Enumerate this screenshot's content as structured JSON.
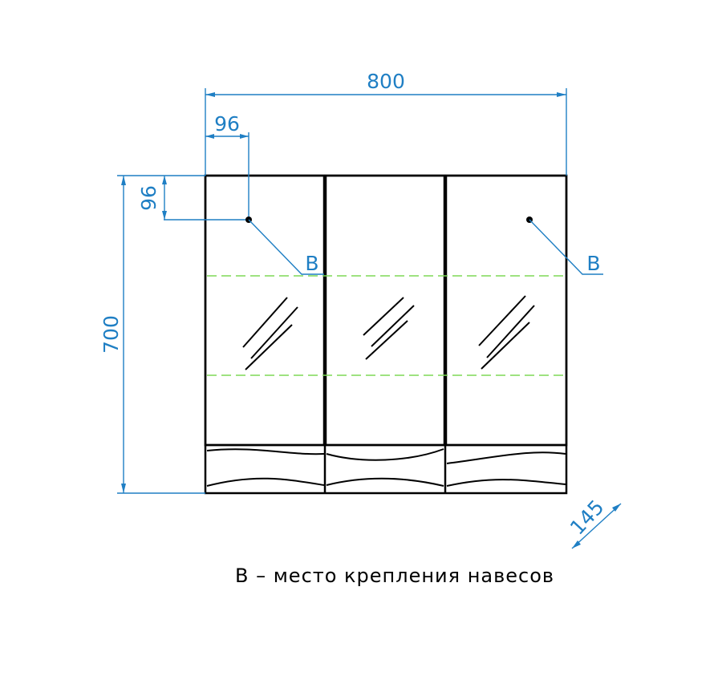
{
  "dimensions": {
    "width": "800",
    "height": "700",
    "depth": "145",
    "offset_left": "96",
    "offset_top": "96"
  },
  "markers": {
    "left": "B",
    "right": "B"
  },
  "caption": "B – место крепления навесов",
  "colors": {
    "dimension": "#1f7fc4",
    "outline": "#000000",
    "shelf": "#7ed957"
  }
}
